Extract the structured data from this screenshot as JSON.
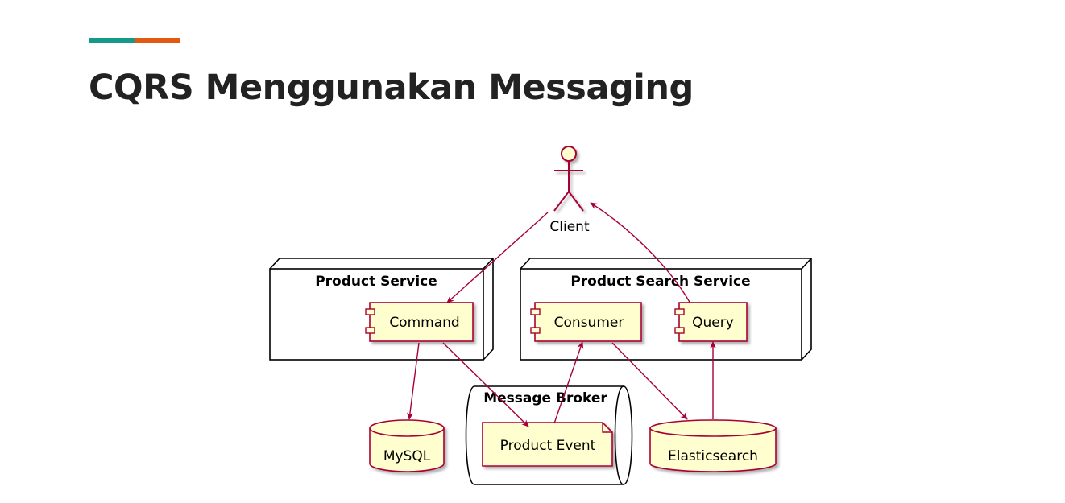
{
  "title": "CQRS Menggunakan Messaging",
  "colors": {
    "accent_teal": "#17998a",
    "accent_orange": "#e25a12",
    "diagram_fill": "#fefece",
    "diagram_border": "#a80036",
    "edge": "#a80036"
  },
  "diagram": {
    "actor": {
      "label": "Client",
      "icon": "stick-figure-icon"
    },
    "nodes": [
      {
        "id": "product-service",
        "label": "Product Service"
      },
      {
        "id": "product-search-service",
        "label": "Product Search Service"
      }
    ],
    "queue": {
      "label": "Message Broker"
    },
    "components": [
      {
        "id": "command",
        "label": "Command"
      },
      {
        "id": "consumer",
        "label": "Consumer"
      },
      {
        "id": "query",
        "label": "Query"
      }
    ],
    "note": {
      "label": "Product Event"
    },
    "databases": [
      {
        "id": "mysql",
        "label": "MySQL"
      },
      {
        "id": "elasticsearch",
        "label": "Elasticsearch"
      }
    ],
    "edges": [
      {
        "from": "client",
        "to": "command"
      },
      {
        "from": "command",
        "to": "mysql"
      },
      {
        "from": "command",
        "to": "product-event"
      },
      {
        "from": "product-event",
        "to": "consumer"
      },
      {
        "from": "consumer",
        "to": "elasticsearch"
      },
      {
        "from": "elasticsearch",
        "to": "query"
      },
      {
        "from": "query",
        "to": "client"
      }
    ]
  }
}
